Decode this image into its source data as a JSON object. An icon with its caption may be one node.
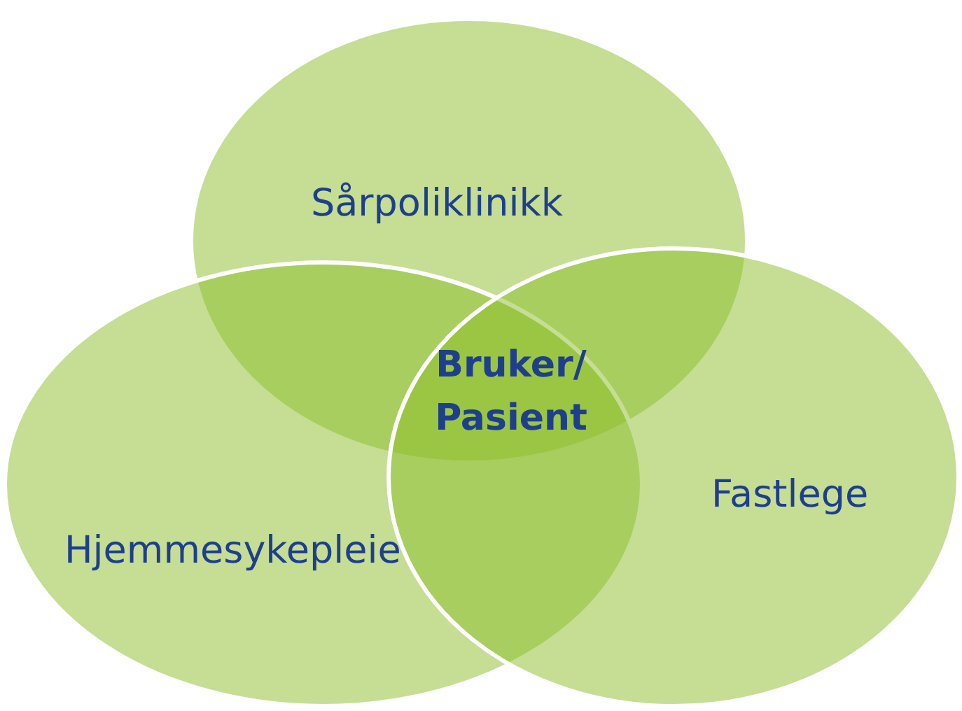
{
  "diagram": {
    "nodes": [
      {
        "text": [
          "Sårpoliklinikk"
        ]
      },
      {
        "text": [
          "Hjemmesykepleie"
        ]
      },
      {
        "text": [
          "Fastlege"
        ]
      },
      {
        "text": [
          "Bruker/ Pasient"
        ]
      }
    ],
    "edges": []
  }
}
